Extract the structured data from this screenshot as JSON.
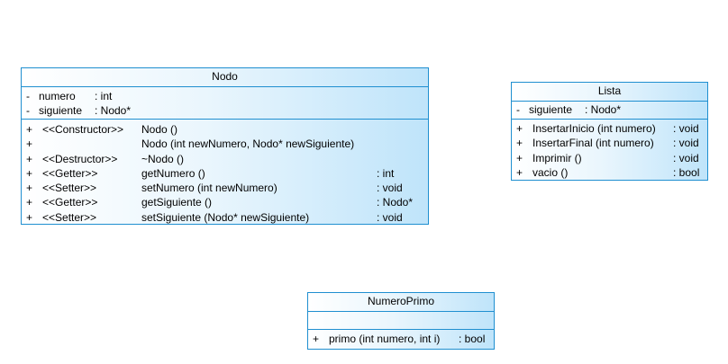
{
  "classes": {
    "nodo": {
      "name": "Nodo",
      "attributes": [
        {
          "vis": "-",
          "name": "numero",
          "type": ": int"
        },
        {
          "vis": "-",
          "name": "siguiente",
          "type": ": Nodo*"
        }
      ],
      "operations": [
        {
          "vis": "+",
          "stereo": "<<Constructor>>",
          "sig": "Nodo ()",
          "ret": ""
        },
        {
          "vis": "+",
          "stereo": "",
          "sig": "Nodo (int newNumero, Nodo* newSiguiente)",
          "ret": ""
        },
        {
          "vis": "+",
          "stereo": "<<Destructor>>",
          "sig": "~Nodo ()",
          "ret": ""
        },
        {
          "vis": "+",
          "stereo": "<<Getter>>",
          "sig": "getNumero ()",
          "ret": ": int"
        },
        {
          "vis": "+",
          "stereo": "<<Setter>>",
          "sig": "setNumero (int newNumero)",
          "ret": ": void"
        },
        {
          "vis": "+",
          "stereo": "<<Getter>>",
          "sig": "getSiguiente ()",
          "ret": ": Nodo*"
        },
        {
          "vis": "+",
          "stereo": "<<Setter>>",
          "sig": "setSiguiente (Nodo* newSiguiente)",
          "ret": ": void"
        }
      ]
    },
    "lista": {
      "name": "Lista",
      "attributes": [
        {
          "vis": "-",
          "name": "siguiente",
          "type": ": Nodo*"
        }
      ],
      "operations": [
        {
          "vis": "+",
          "sig": "InsertarInicio (int numero)",
          "ret": ": void"
        },
        {
          "vis": "+",
          "sig": "InsertarFinal (int numero)",
          "ret": ": void"
        },
        {
          "vis": "+",
          "sig": "Imprimir ()",
          "ret": ": void"
        },
        {
          "vis": "+",
          "sig": "vacio ()",
          "ret": ": bool"
        }
      ]
    },
    "numeroprimo": {
      "name": "NumeroPrimo",
      "attributes": [],
      "operations": [
        {
          "vis": "+",
          "sig": "primo (int numero, int i)",
          "ret": ": bool"
        }
      ]
    }
  },
  "colors": {
    "border": "#1f8fd0",
    "gradient_start": "#ffffff",
    "gradient_end": "#bfe4fa"
  }
}
